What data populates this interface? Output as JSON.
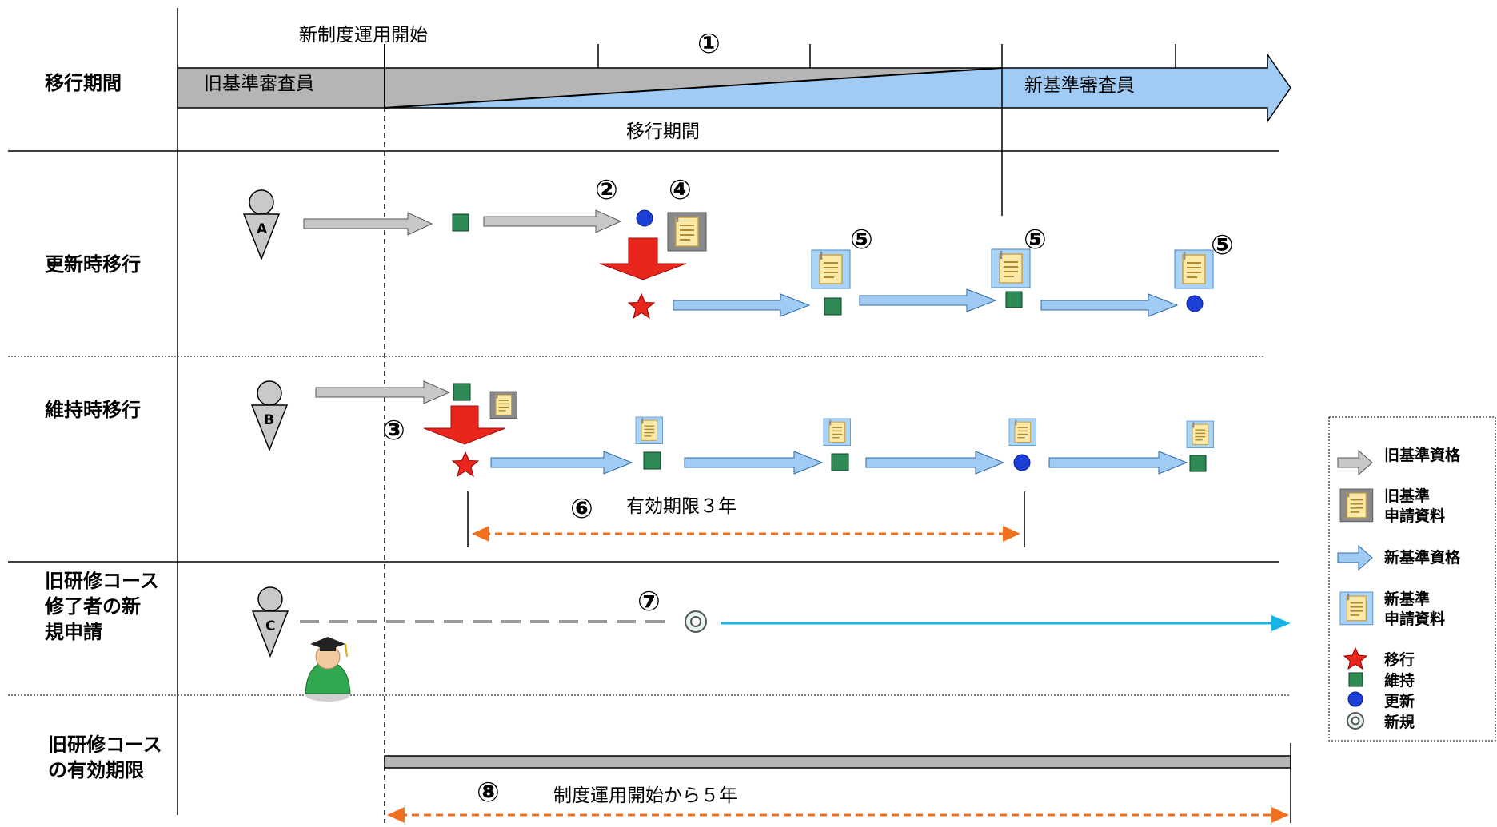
{
  "rows": {
    "transition_period": "移行期間",
    "renewal": "更新時移行",
    "maintenance": "維持時移行",
    "new_application": [
      "旧研修コース",
      "修了者の新",
      "規申請"
    ],
    "old_course_validity": [
      "旧研修コース",
      "の有効期限"
    ]
  },
  "timeline": {
    "start_label": "新制度運用開始",
    "old_auditor": "旧基準審査員",
    "new_auditor": "新基準審査員",
    "period_label": "移行期間",
    "validity_3y": "有効期限３年",
    "five_years": "制度運用開始から５年"
  },
  "persons": [
    "A",
    "B",
    "C"
  ],
  "markers": [
    "①",
    "②",
    "③",
    "④",
    "⑤",
    "⑥",
    "⑦",
    "⑧"
  ],
  "legend": {
    "old_qualification": "旧基準資格",
    "old_docs": [
      "旧基準",
      "申請資料"
    ],
    "new_qualification": "新基準資格",
    "new_docs": [
      "新基準",
      "申請資料"
    ],
    "transition": "移行",
    "maintain": "維持",
    "renew": "更新",
    "new": "新規"
  },
  "colors": {
    "old_gray": "#b8b8b8",
    "new_blue": "#9fcbf5",
    "red": "#e8261b",
    "green": "#2e8b57",
    "blue_dot": "#1c3fd6",
    "orange": "#f07020",
    "cyan": "#17b4e8"
  }
}
